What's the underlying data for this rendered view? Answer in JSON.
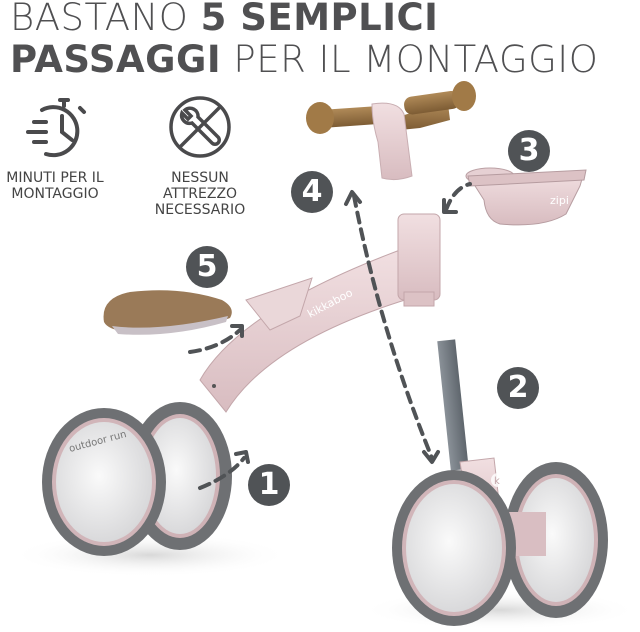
{
  "headline": {
    "line1_light": "BASTANO ",
    "line1_bold": "5 SEMPLICI",
    "line2_bold": "PASSAGGI",
    "line2_light": " PER IL MONTAGGIO"
  },
  "features": [
    {
      "icon": "stopwatch-icon",
      "caption_line1": "MINUTI PER IL",
      "caption_line2": "MONTAGGIO"
    },
    {
      "icon": "no-tools-icon",
      "caption_line1": "NESSUN",
      "caption_line2": "ATTREZZO",
      "caption_line3": "NECESSARIO"
    }
  ],
  "steps": [
    {
      "number": "1",
      "part": "rear-wheels"
    },
    {
      "number": "2",
      "part": "front-fork-wheels"
    },
    {
      "number": "3",
      "part": "basket"
    },
    {
      "number": "4",
      "part": "handlebar"
    },
    {
      "number": "5",
      "part": "seat"
    }
  ],
  "labels": {
    "frame_brand": "kikkaboo",
    "basket_brand": "zipi",
    "wheel_text": "outdoor run",
    "fork_logo": "k"
  },
  "colors": {
    "text": "#505052",
    "badge": "#505356",
    "frame_pink": "#e8cfd2",
    "tire_gray": "#6e7073",
    "grip_brown": "#9a7444"
  }
}
